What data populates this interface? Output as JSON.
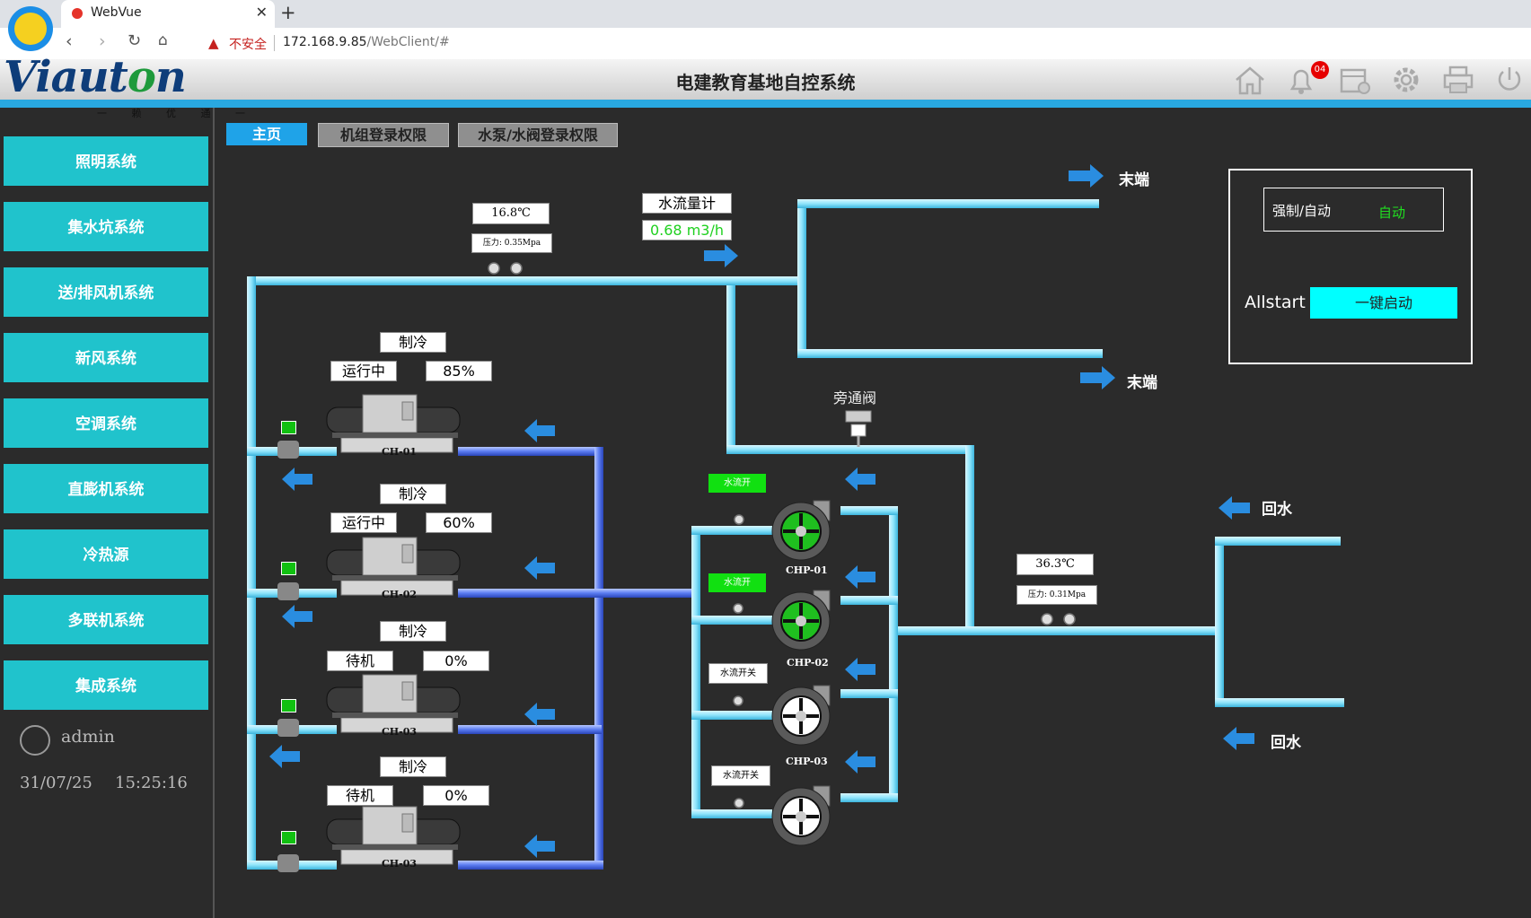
{
  "browser": {
    "tab_title": "WebVue",
    "security_warning": "不安全",
    "url_host": "172.168.9.85",
    "url_path": "/WebClient/#"
  },
  "header": {
    "brand": "Viauton",
    "brand_sub": "一 赖 优 通 一",
    "title": "电建教育基地自控系统",
    "alarm_badge": "04",
    "icons": [
      "home-icon",
      "bell-icon",
      "calendar-icon",
      "gear-icon",
      "printer-icon",
      "power-icon"
    ]
  },
  "sidebar": {
    "items": [
      "照明系统",
      "集水坑系统",
      "送/排风机系统",
      "新风系统",
      "空调系统",
      "直膨机系统",
      "冷热源",
      "多联机系统",
      "集成系统"
    ],
    "user": "admin",
    "date": "31/07/25",
    "time": "15:25:16"
  },
  "tabs": [
    "主页",
    "机组登录权限",
    "水泵/水阀登录权限"
  ],
  "control": {
    "mode_label": "强制/自动",
    "mode_value": "自动",
    "allstart_label": "Allstart",
    "start_button": "一键启动"
  },
  "supply": {
    "temp": "16.8℃",
    "pressure": "压力: 0.35Mpa",
    "flow_label": "水流量计",
    "flow_value": "0.68 m3/h",
    "end1": "末端",
    "end2": "末端"
  },
  "return": {
    "temp": "36.3℃",
    "pressure": "压力: 0.31Mpa",
    "label1": "回水",
    "label2": "回水"
  },
  "bypass_label": "旁通阀",
  "chillers": [
    {
      "id": "CH-01",
      "mode": "制冷",
      "status": "运行中",
      "load": "85%"
    },
    {
      "id": "CH-02",
      "mode": "制冷",
      "status": "运行中",
      "load": "60%"
    },
    {
      "id": "CH-03",
      "mode": "制冷",
      "status": "待机",
      "load": "0%"
    },
    {
      "id": "CH-03",
      "mode": "制冷",
      "status": "待机",
      "load": "0%"
    }
  ],
  "pumps": [
    {
      "id": "CHP-01",
      "flow": "水流开",
      "running": true
    },
    {
      "id": "CHP-02",
      "flow": "水流开",
      "running": true
    },
    {
      "id": "CHP-03",
      "flow": "水流开关",
      "running": false
    },
    {
      "id": "",
      "flow": "水流开关",
      "running": false
    }
  ],
  "colors": {
    "pipe_cold": "#8ee4fb",
    "pipe_blue": "#5a7bf0",
    "menu": "#20c3cc",
    "tab_active": "#1fa3e8",
    "run_green": "#11e011"
  }
}
